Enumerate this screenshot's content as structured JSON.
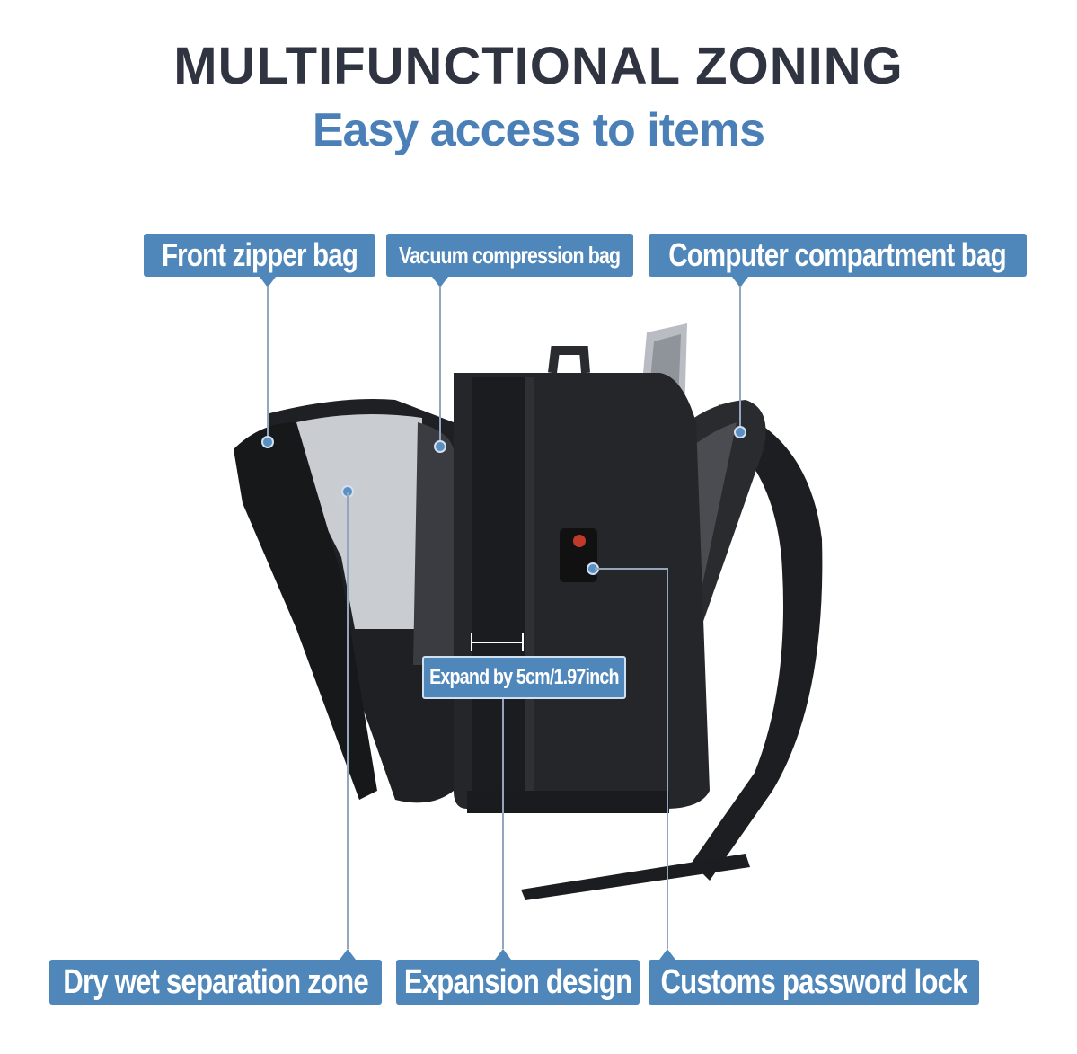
{
  "header": {
    "title": "MULTIFUNCTIONAL ZONING",
    "subtitle": "Easy access to items"
  },
  "labels": {
    "front_zipper": "Front zipper bag",
    "vacuum": "Vacuum compression bag",
    "computer": "Computer compartment bag",
    "expand": "Expand by 5cm/1.97inch",
    "dry_wet": "Dry wet separation zone",
    "expansion": "Expansion design",
    "customs": "Customs password lock"
  },
  "colors": {
    "label_bg": "#4f87bb",
    "title": "#2f3440",
    "subtitle": "#4a80b7"
  }
}
